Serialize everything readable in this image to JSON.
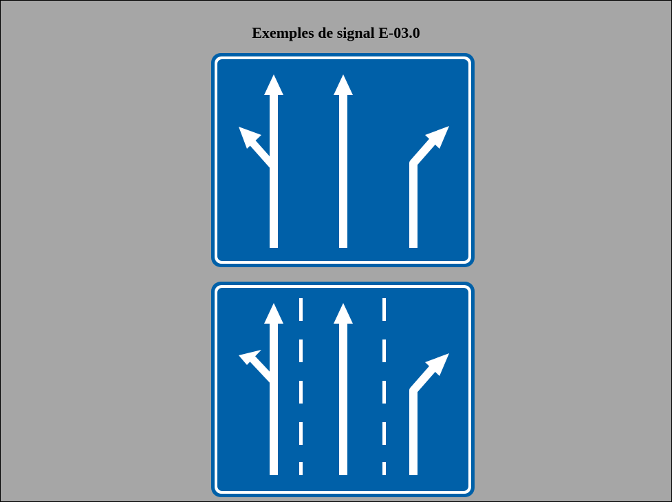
{
  "title": "Exemples de signal E-03.0",
  "colors": {
    "background": "#a6a6a6",
    "sign_blue": "#0060a8",
    "sign_white": "#ffffff",
    "frame_border": "#000000"
  },
  "signs": [
    {
      "name": "lane-direction-sign-without-lane-markings",
      "lanes": [
        "left-and-straight",
        "straight",
        "right"
      ],
      "lane_separators": "none"
    },
    {
      "name": "lane-direction-sign-with-dashed-lane-markings",
      "lanes": [
        "left-and-straight",
        "straight",
        "right"
      ],
      "lane_separators": "dashed"
    }
  ]
}
